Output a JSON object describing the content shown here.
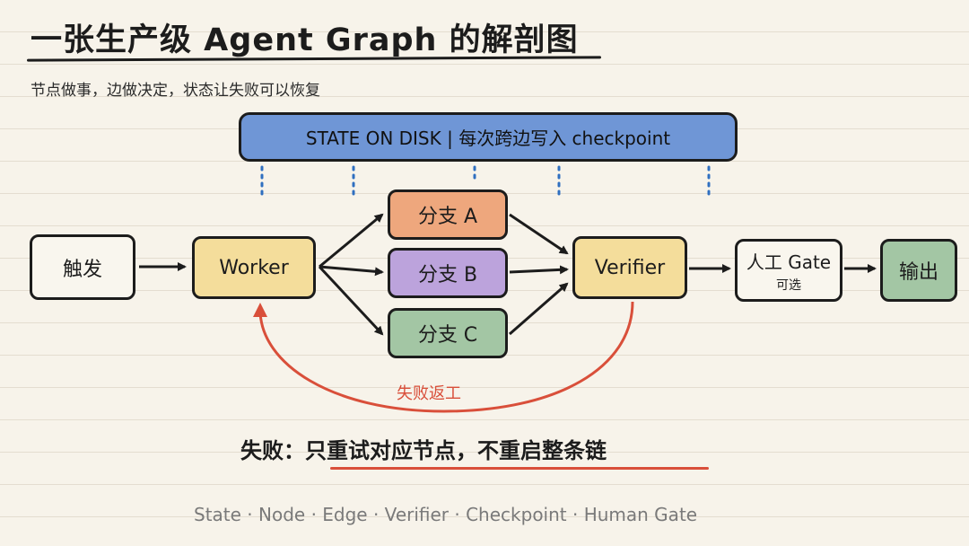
{
  "title": "一张生产级 Agent Graph 的解剖图",
  "subtitle": "节点做事，边做决定，状态让失败可以恢复",
  "state_banner": "STATE ON DISK | 每次跨边写入 checkpoint",
  "nodes": {
    "trigger": "触发",
    "worker": "Worker",
    "branch_a": "分支 A",
    "branch_b": "分支 B",
    "branch_c": "分支 C",
    "verifier": "Verifier",
    "human_gate": "人工 Gate",
    "human_gate_note": "可选",
    "output": "输出"
  },
  "loop_label": "失败返工",
  "footer_note": "失败：只重试对应节点，不重启整条链",
  "legend": "State · Node · Edge · Verifier · Checkpoint · Human Gate",
  "colors": {
    "banner": "#6f96d6",
    "worker": "#f4dd9b",
    "branch_a": "#eea77d",
    "branch_b": "#bca3dc",
    "branch_c": "#a3c6a4",
    "output": "#a3c6a4",
    "loop_arrow": "#d94f3a",
    "checkpoint_dots": "#2f6fc0"
  }
}
